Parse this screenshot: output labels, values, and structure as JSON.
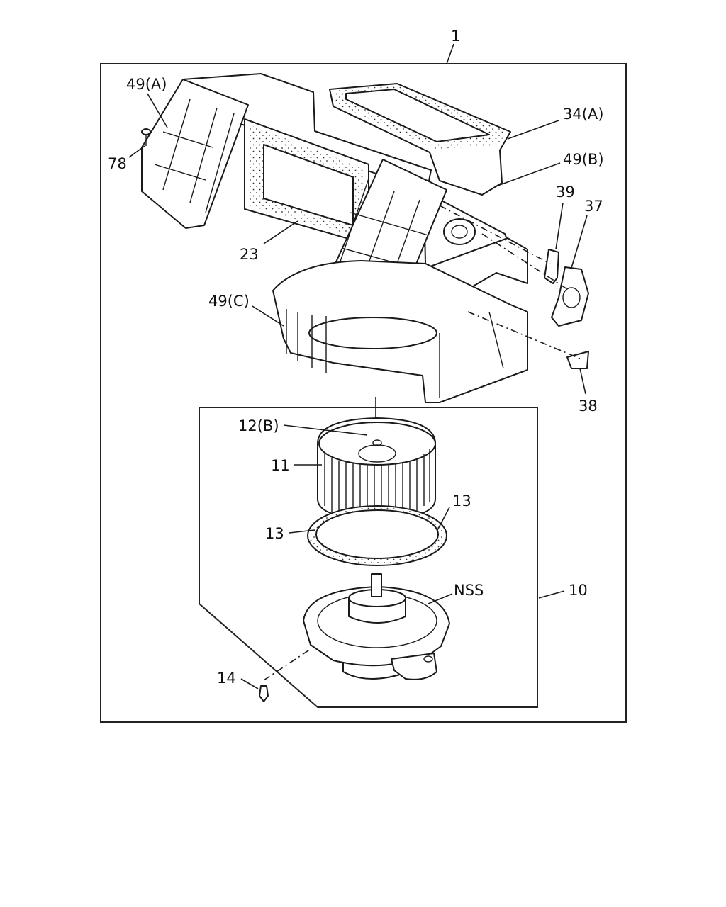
{
  "callouts": {
    "c1": "1",
    "c49a": "49(A)",
    "c78": "78",
    "c34a": "34(A)",
    "c49b": "49(B)",
    "c39": "39",
    "c37": "37",
    "c23": "23",
    "c49c": "49(C)",
    "c38": "38",
    "c12b": "12(B)",
    "c11": "11",
    "c13a": "13",
    "c13b": "13",
    "c10": "10",
    "cnss": "NSS",
    "c14": "14"
  }
}
